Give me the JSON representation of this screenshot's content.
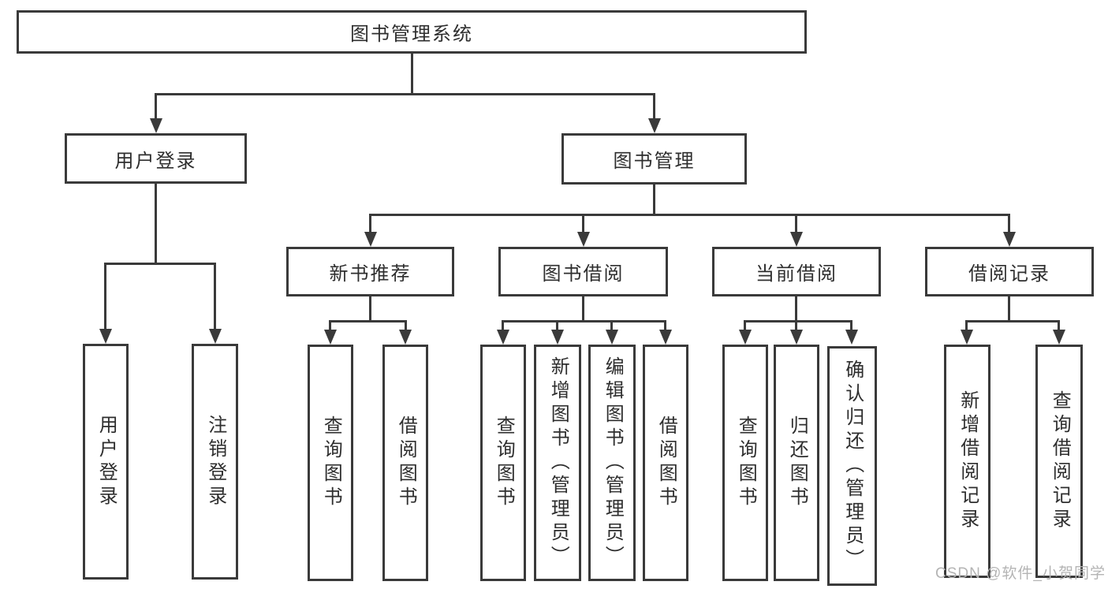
{
  "colors": {
    "line": "#3a3a3a",
    "text": "#2e2e2e",
    "watermark": "#b4b4b4",
    "background": "#ffffff"
  },
  "watermark": {
    "text": "CSDN @软件_小贺同学"
  },
  "diagram": {
    "type": "tree",
    "root": {
      "label": "图书管理系统",
      "children": [
        {
          "label": "用户登录",
          "children": [
            {
              "label": "用户登录"
            },
            {
              "label": "注销登录"
            }
          ]
        },
        {
          "label": "图书管理",
          "children": [
            {
              "label": "新书推荐",
              "children": [
                {
                  "label": "查询图书"
                },
                {
                  "label": "借阅图书"
                }
              ]
            },
            {
              "label": "图书借阅",
              "children": [
                {
                  "label": "查询图书"
                },
                {
                  "label": "新增图书（管理员）"
                },
                {
                  "label": "编辑图书（管理员）"
                },
                {
                  "label": "借阅图书"
                }
              ]
            },
            {
              "label": "当前借阅",
              "children": [
                {
                  "label": "查询图书"
                },
                {
                  "label": "归还图书"
                },
                {
                  "label": "确认归还（管理员）"
                }
              ]
            },
            {
              "label": "借阅记录",
              "children": [
                {
                  "label": "新增借阅记录"
                },
                {
                  "label": "查询借阅记录"
                }
              ]
            }
          ]
        }
      ]
    }
  }
}
